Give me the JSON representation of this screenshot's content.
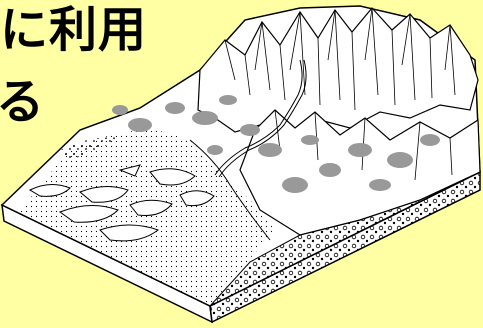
{
  "title": {
    "line1": "に利用",
    "line2": "る"
  },
  "figure": {
    "kind": "block diagram of mountain valley and alluvial fan",
    "colors": {
      "background": "#ffffa3",
      "block_face": "#ffffff",
      "outline": "#000000",
      "vegetation": "#999999"
    }
  }
}
